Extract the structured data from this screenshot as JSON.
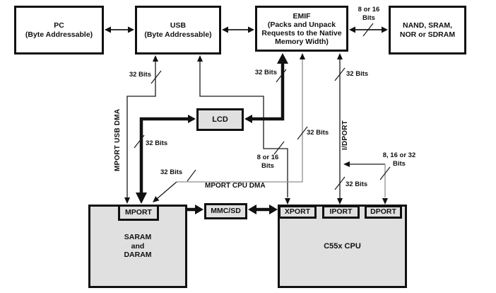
{
  "blocks": {
    "pc": {
      "line1": "PC",
      "line2": "(Byte Addressable)"
    },
    "usb": {
      "line1": "USB",
      "line2": "(Byte Addressable)"
    },
    "emif": {
      "line1": "EMIF",
      "line2": "(Packs and Unpack",
      "line3": "Requests to the Native",
      "line4": "Memory Width)"
    },
    "external_memory": {
      "line1": "NAND, SRAM,",
      "line2": "NOR or SDRAM"
    },
    "lcd": {
      "label": "LCD"
    },
    "saram": {
      "line1": "SARAM",
      "line2": "and",
      "line3": "DARAM"
    },
    "cpu": {
      "label": "C55x CPU"
    },
    "mport": {
      "label": "MPORT"
    },
    "mmcsd": {
      "label": "MMC/SD"
    },
    "xport": {
      "label": "XPORT"
    },
    "iport": {
      "label": "IPORT"
    },
    "dport": {
      "label": "DPORT"
    }
  },
  "bus_widths": {
    "w32": "32 Bits",
    "w8_16": "8 or 16",
    "w8_16_32": "8, 16 or 32",
    "bits": "Bits"
  },
  "bus_names": {
    "mport_usb_dma": "MPORT USB DMA",
    "mport_cpu_dma": "MPORT CPU DMA",
    "idport": "I/DPORT"
  },
  "connections": [
    {
      "from": "PC",
      "to": "USB",
      "style": "double-arrow"
    },
    {
      "from": "USB",
      "to": "EMIF",
      "style": "double-arrow"
    },
    {
      "from": "EMIF",
      "to": "NAND, SRAM, NOR or SDRAM",
      "width": "8 or 16 Bits",
      "style": "double-arrow"
    },
    {
      "from": "USB",
      "to": "MPORT",
      "width": "32 Bits",
      "bus": "MPORT USB DMA",
      "style": "thin"
    },
    {
      "from": "USB",
      "to": "XPORT",
      "width": "8 or 16 Bits",
      "style": "thin"
    },
    {
      "from": "MPORT",
      "to": "LCD",
      "width": "32 Bits",
      "style": "thick"
    },
    {
      "from": "LCD",
      "to": "EMIF",
      "width": "32 Bits",
      "style": "thick"
    },
    {
      "from": "EMIF",
      "to": "MPORT",
      "width": "32 Bits",
      "bus": "MPORT CPU DMA",
      "style": "thin-gray"
    },
    {
      "from": "EMIF",
      "to": "IPORT",
      "width": "32 Bits",
      "bus": "I/DPORT",
      "style": "thin"
    },
    {
      "from": "DPORT",
      "to": "I/DPORT",
      "width": "8, 16 or 32 Bits",
      "style": "thin-gray"
    },
    {
      "from": "MPORT",
      "to": "MMC/SD",
      "style": "thick-double"
    },
    {
      "from": "MMC/SD",
      "to": "XPORT",
      "style": "thick-double"
    }
  ],
  "colors": {
    "box_fill_gray": "#e0e0e0",
    "box_fill_white": "#ffffff",
    "line": "#111111",
    "gray_line": "#8f8f8f"
  }
}
